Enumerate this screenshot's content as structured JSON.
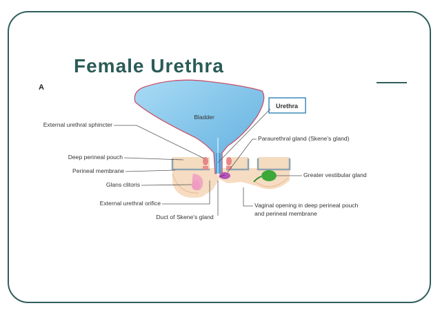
{
  "slide": {
    "title": "Female Urethra",
    "figure_letter": "A"
  },
  "diagram": {
    "labels": {
      "urethra": "Urethra",
      "bladder": "Bladder",
      "external_urethral_sphincter": "External urethral sphincter",
      "deep_perineal_pouch": "Deep perineal pouch",
      "perineal_membrane": "Perineal membrane",
      "glans_clitoris": "Glans clitoris",
      "external_urethral_orifice": "External urethral orifice",
      "duct_of_skenes_gland": "Duct of Skene's gland",
      "paraurethral_gland": "Paraurethral gland (Skene's gland)",
      "greater_vestibular_gland": "Greater vestibular gland",
      "vaginal_opening_line1": "Vaginal opening in deep perineal pouch",
      "vaginal_opening_line2": "and perineal membrane"
    },
    "colors": {
      "bladder_fill": "#7ec3e8",
      "bladder_outline": "#c9506b",
      "frame": "#2e5e5a",
      "title": "#2b5b58",
      "tissue": "#f6dcc2",
      "membrane": "#8fa3b0",
      "clitoris": "#f0a7c4",
      "skene_gland": "#b455b7",
      "vestibular_gland": "#3ca83a",
      "urethra_box_border": "#3a8ab8"
    }
  }
}
